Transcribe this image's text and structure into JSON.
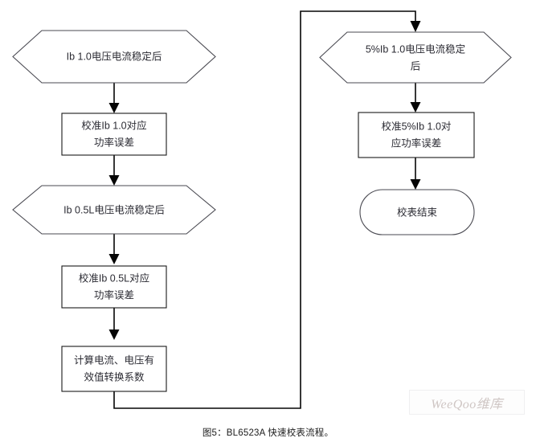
{
  "figure": {
    "caption": "图5：BL6523A 快速校表流程。",
    "watermark": "WeeQoo维库",
    "stroke_color": "#050505",
    "node_stroke_color": "#1a1a1a",
    "text_color": "#2b2b33",
    "background": "#ffffff"
  },
  "chart_data": {
    "type": "diagram",
    "title": "图5：BL6523A 快速校表流程。",
    "orientation": "two-column-flowchart",
    "nodes": [
      {
        "id": "n1",
        "shape": "hexagon",
        "column": "left",
        "lines": [
          "Ib 1.0电压电流稳定后"
        ]
      },
      {
        "id": "n2",
        "shape": "rectangle",
        "column": "left",
        "lines": [
          "校准Ib 1.0对应",
          "功率误差"
        ]
      },
      {
        "id": "n3",
        "shape": "hexagon",
        "column": "left",
        "lines": [
          "Ib 0.5L电压电流稳定后"
        ]
      },
      {
        "id": "n4",
        "shape": "rectangle",
        "column": "left",
        "lines": [
          "校准Ib 0.5L对应",
          "功率误差"
        ]
      },
      {
        "id": "n5",
        "shape": "rectangle",
        "column": "left",
        "lines": [
          "计算电流、电压有",
          "效值转换系数"
        ]
      },
      {
        "id": "n6",
        "shape": "hexagon",
        "column": "right",
        "lines": [
          "5%Ib 1.0电压电流稳定",
          "后"
        ]
      },
      {
        "id": "n7",
        "shape": "rectangle",
        "column": "right",
        "lines": [
          "校准5%Ib 1.0对",
          "应功率误差"
        ]
      },
      {
        "id": "n8",
        "shape": "stadium",
        "column": "right",
        "lines": [
          "校表结束"
        ]
      }
    ],
    "edges": [
      {
        "from": "n1",
        "to": "n2",
        "style": "straight-down",
        "arrow": true
      },
      {
        "from": "n2",
        "to": "n3",
        "style": "straight-down",
        "arrow": true
      },
      {
        "from": "n3",
        "to": "n4",
        "style": "straight-down",
        "arrow": true
      },
      {
        "from": "n4",
        "to": "n5",
        "style": "straight-down",
        "arrow": true
      },
      {
        "from": "n5",
        "to": "n6",
        "style": "routed-down-right-up-right-down",
        "arrow": true
      },
      {
        "from": "n6",
        "to": "n7",
        "style": "straight-down",
        "arrow": true
      },
      {
        "from": "n7",
        "to": "n8",
        "style": "straight-down",
        "arrow": true
      }
    ]
  },
  "nodes": {
    "n1": {
      "line1": "Ib 1.0电压电流稳定后"
    },
    "n2": {
      "line1": "校准Ib 1.0对应",
      "line2": "功率误差"
    },
    "n3": {
      "line1": "Ib 0.5L电压电流稳定后"
    },
    "n4": {
      "line1": "校准Ib 0.5L对应",
      "line2": "功率误差"
    },
    "n5": {
      "line1": "计算电流、电压有",
      "line2": "效值转换系数"
    },
    "n6": {
      "line1": "5%Ib 1.0电压电流稳定",
      "line2": "后"
    },
    "n7": {
      "line1": "校准5%Ib 1.0对",
      "line2": "应功率误差"
    },
    "n8": {
      "line1": "校表结束"
    }
  }
}
